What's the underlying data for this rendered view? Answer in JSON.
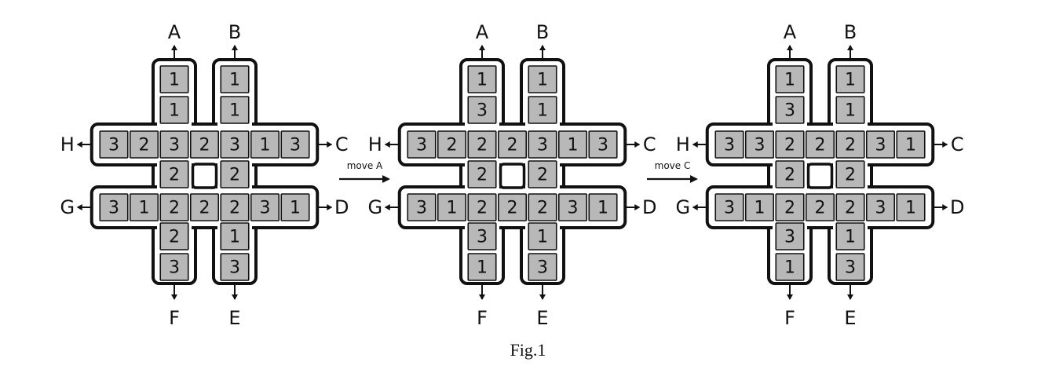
{
  "figure_caption": "Fig.1",
  "arrow_labels": [
    "move A",
    "move C"
  ],
  "boards": [
    {
      "labels": {
        "A": "A",
        "B": "B",
        "C": "C",
        "D": "D",
        "E": "E",
        "F": "F",
        "G": "G",
        "H": "H"
      },
      "A": [
        "1",
        "1",
        "3",
        "2",
        "2",
        "2",
        "3"
      ],
      "B": [
        "1",
        "1",
        "3",
        "2",
        "2",
        "1",
        "3"
      ],
      "C": [
        "3",
        "2",
        "3",
        "2",
        "3",
        "1",
        "3"
      ],
      "D": [
        "3",
        "1",
        "2",
        "2",
        "2",
        "3",
        "1"
      ]
    },
    {
      "labels": {
        "A": "A",
        "B": "B",
        "C": "C",
        "D": "D",
        "E": "E",
        "F": "F",
        "G": "G",
        "H": "H"
      },
      "A": [
        "1",
        "3",
        "2",
        "2",
        "2",
        "3",
        "1"
      ],
      "B": [
        "1",
        "1",
        "3",
        "2",
        "2",
        "1",
        "3"
      ],
      "C": [
        "3",
        "2",
        "2",
        "2",
        "3",
        "1",
        "3"
      ],
      "D": [
        "3",
        "1",
        "2",
        "2",
        "2",
        "3",
        "1"
      ]
    },
    {
      "labels": {
        "A": "A",
        "B": "B",
        "C": "C",
        "D": "D",
        "E": "E",
        "F": "F",
        "G": "G",
        "H": "H"
      },
      "A": [
        "1",
        "3",
        "2",
        "2",
        "2",
        "3",
        "1"
      ],
      "B": [
        "1",
        "1",
        "2",
        "2",
        "2",
        "1",
        "3"
      ],
      "C": [
        "3",
        "3",
        "2",
        "2",
        "2",
        "3",
        "1"
      ],
      "D": [
        "3",
        "1",
        "2",
        "2",
        "2",
        "3",
        "1"
      ]
    }
  ]
}
